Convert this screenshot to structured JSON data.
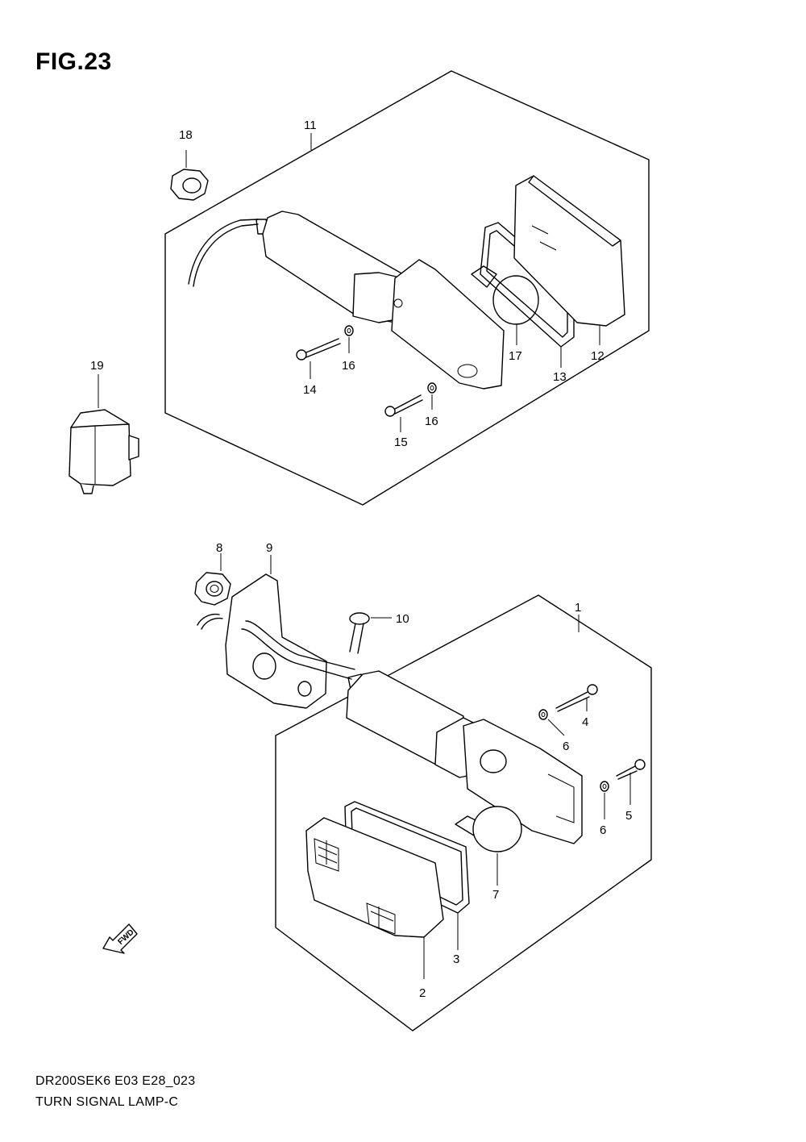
{
  "figure": {
    "title": "FIG.23",
    "code": "DR200SEK6 E03 E28_023",
    "name": "TURN SIGNAL LAMP-C",
    "fwd_label": "FWD"
  },
  "callouts": {
    "c1": "1",
    "c2": "2",
    "c3": "3",
    "c4": "4",
    "c5": "5",
    "c6a": "6",
    "c6b": "6",
    "c7": "7",
    "c8": "8",
    "c9": "9",
    "c10": "10",
    "c11": "11",
    "c12": "12",
    "c13": "13",
    "c14": "14",
    "c15": "15",
    "c16a": "16",
    "c16b": "16",
    "c17": "17",
    "c18": "18",
    "c19": "19"
  }
}
